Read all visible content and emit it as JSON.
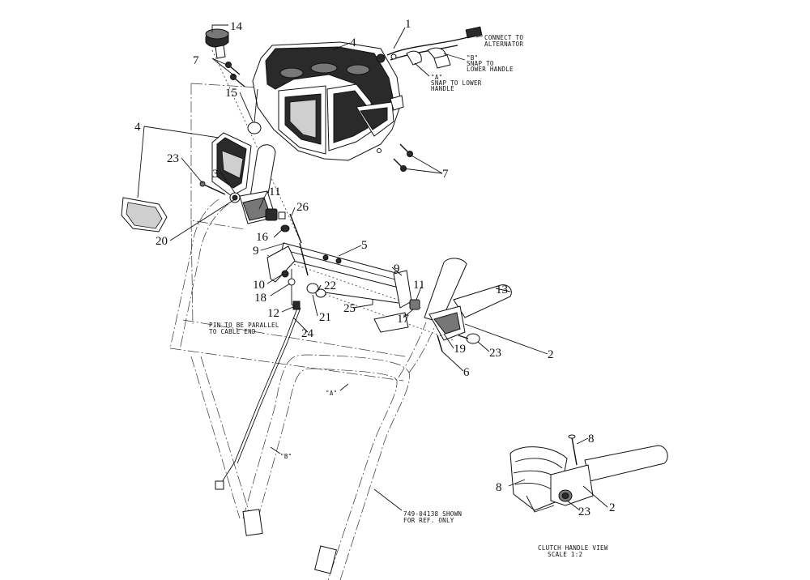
{
  "callouts": [
    {
      "id": "c1",
      "label": "1"
    },
    {
      "id": "c2a",
      "label": "2"
    },
    {
      "id": "c2b",
      "label": "2"
    },
    {
      "id": "c3",
      "label": "3"
    },
    {
      "id": "c4a",
      "label": "4"
    },
    {
      "id": "c4b",
      "label": "4"
    },
    {
      "id": "c5",
      "label": "5"
    },
    {
      "id": "c6",
      "label": "6"
    },
    {
      "id": "c7a",
      "label": "7"
    },
    {
      "id": "c7b",
      "label": "7"
    },
    {
      "id": "c8a",
      "label": "8"
    },
    {
      "id": "c8b",
      "label": "8"
    },
    {
      "id": "c9a",
      "label": "9"
    },
    {
      "id": "c9b",
      "label": "9"
    },
    {
      "id": "c10",
      "label": "10"
    },
    {
      "id": "c11a",
      "label": "11"
    },
    {
      "id": "c11b",
      "label": "11"
    },
    {
      "id": "c12",
      "label": "12"
    },
    {
      "id": "c13",
      "label": "13"
    },
    {
      "id": "c14",
      "label": "14"
    },
    {
      "id": "c15",
      "label": "15"
    },
    {
      "id": "c16",
      "label": "16"
    },
    {
      "id": "c17",
      "label": "17"
    },
    {
      "id": "c18",
      "label": "18"
    },
    {
      "id": "c19",
      "label": "19"
    },
    {
      "id": "c20",
      "label": "20"
    },
    {
      "id": "c21",
      "label": "21"
    },
    {
      "id": "c22",
      "label": "22"
    },
    {
      "id": "c23a",
      "label": "23"
    },
    {
      "id": "c23b",
      "label": "23"
    },
    {
      "id": "c23c",
      "label": "23"
    },
    {
      "id": "c24",
      "label": "24"
    },
    {
      "id": "c25",
      "label": "25"
    },
    {
      "id": "c26",
      "label": "26"
    }
  ],
  "notes": {
    "connect_1": "CONNECT TO",
    "connect_2": "ALTERNATOR",
    "snap_b_1": "\"B\"",
    "snap_b_2": "SNAP TO",
    "snap_b_3": "LOWER HANDLE",
    "snap_a_1": "\"A\"",
    "snap_a_2": "SNAP TO LOWER",
    "snap_a_3": "HANDLE",
    "pin_1": "PIN TO BE PARALLEL",
    "pin_2": "TO CABLE END",
    "marker_a": "\"A\"",
    "marker_b": "\"B\"",
    "ref_1": "749-04138 SHOWN",
    "ref_2": "FOR REF. ONLY",
    "view_1": "CLUTCH HANDLE VIEW",
    "view_2": "SCALE 1:2"
  }
}
